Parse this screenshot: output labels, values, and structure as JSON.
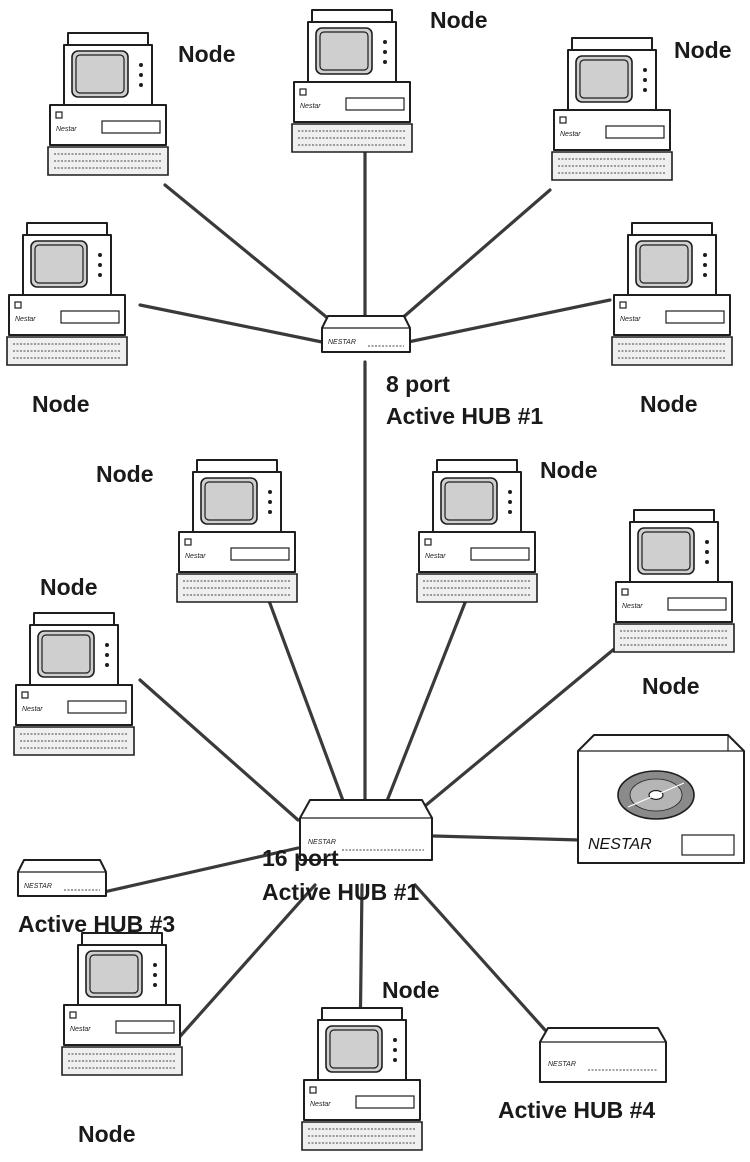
{
  "diagram": {
    "node_label": "Node",
    "hub_top_label_line1": "8 port",
    "hub_top_label_line2": "Active HUB #1",
    "hub_main_label_line1": "16 port",
    "hub_main_label_line2": "Active HUB #1",
    "hub3_label": "Active HUB #3",
    "hub4_label": "Active HUB #4",
    "computer_brand": "Nestar",
    "hub_brand": "NESTAR",
    "fileserver_brand": "NESTAR"
  }
}
